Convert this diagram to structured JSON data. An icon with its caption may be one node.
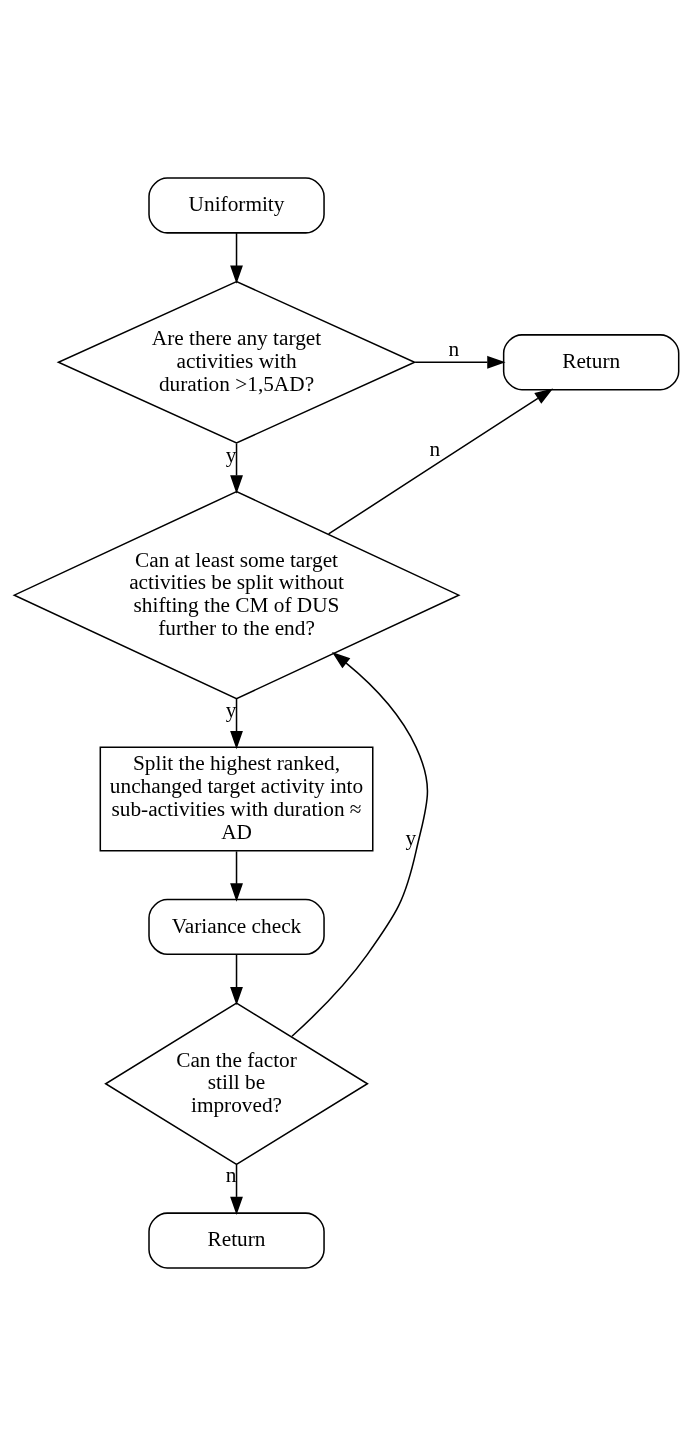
{
  "diagram": {
    "nodes": [
      {
        "text": [
          "Uniformity"
        ]
      },
      {
        "text": [
          "Are there any target activities with duration >1,5AD?"
        ]
      },
      {
        "text": [
          "Return"
        ]
      },
      {
        "text": [
          "Can at least some target activities be split without shifting the CM of DUS further to the end?"
        ]
      },
      {
        "text": [
          "Split the highest ranked, unchanged target activity into sub-activities with duration ≈ AD"
        ]
      },
      {
        "text": [
          "Variance check"
        ]
      },
      {
        "text": [
          "Can the factor still be improved?"
        ]
      },
      {
        "text": [
          "Return"
        ]
      }
    ],
    "edges": [
      {
        "from": 0,
        "to": 1,
        "arrow": "to"
      },
      {
        "from": 1,
        "to": 2,
        "arrow": "to",
        "label": "n"
      },
      {
        "from": 1,
        "to": 3,
        "arrow": "to",
        "label": "y"
      },
      {
        "from": 3,
        "to": 2,
        "arrow": "to",
        "label": "n"
      },
      {
        "from": 3,
        "to": 4,
        "arrow": "to",
        "label": "y"
      },
      {
        "from": 4,
        "to": 5,
        "arrow": "to"
      },
      {
        "from": 5,
        "to": 6,
        "arrow": "to"
      },
      {
        "from": 6,
        "to": 3,
        "arrow": "to",
        "label": "y"
      },
      {
        "from": 6,
        "to": 7,
        "arrow": "to",
        "label": "n"
      }
    ]
  }
}
